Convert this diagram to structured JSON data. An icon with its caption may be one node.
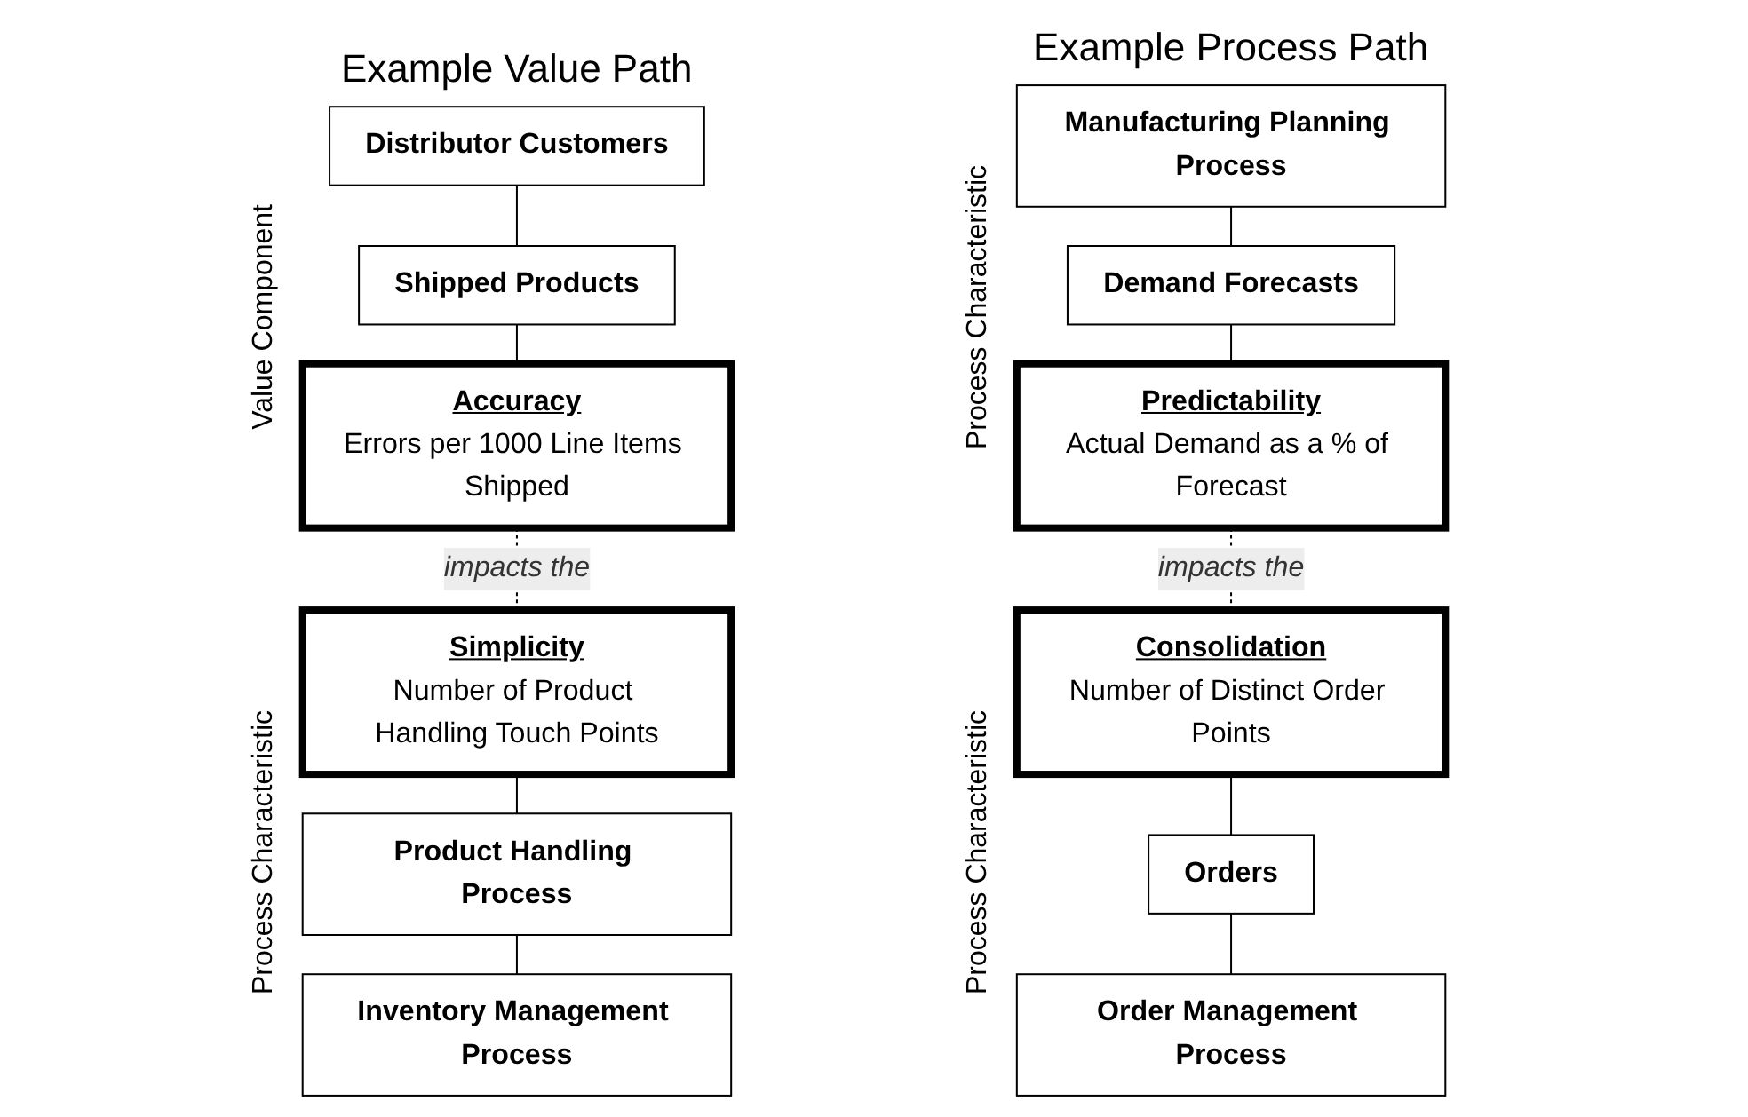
{
  "diagram": {
    "nodes": [
      {
        "text": [
          "Distributor Customers"
        ]
      },
      {
        "text": [
          "Shipped Products"
        ]
      },
      {
        "text": [
          "Accuracy",
          "Errors per 1000 Line Items Shipped"
        ]
      },
      {
        "text": [
          "Simplicity",
          "Number of Product Handling Touch Points"
        ]
      },
      {
        "text": [
          "Product Handling Process"
        ]
      },
      {
        "text": [
          "Inventory Management Process"
        ]
      },
      {
        "text": [
          "Manufacturing Planning Process"
        ]
      },
      {
        "text": [
          "Demand Forecasts"
        ]
      },
      {
        "text": [
          "Predictability",
          "Actual Demand as a % of Forecast"
        ]
      },
      {
        "text": [
          "Consolidation",
          "Number of Distinct Order Points"
        ]
      },
      {
        "text": [
          "Orders"
        ]
      },
      {
        "text": [
          "Order Management Process"
        ]
      }
    ],
    "edges": [
      {
        "from": 0,
        "to": 1,
        "arrow": "none"
      },
      {
        "from": 1,
        "to": 2,
        "arrow": "none"
      },
      {
        "from": 2,
        "to": 3,
        "arrow": "none",
        "label": "impacts the",
        "style": "dashed"
      },
      {
        "from": 3,
        "to": 4,
        "arrow": "none"
      },
      {
        "from": 4,
        "to": 5,
        "arrow": "none"
      },
      {
        "from": 6,
        "to": 7,
        "arrow": "none"
      },
      {
        "from": 7,
        "to": 8,
        "arrow": "none"
      },
      {
        "from": 8,
        "to": 9,
        "arrow": "none",
        "label": "impacts the",
        "style": "dashed"
      },
      {
        "from": 9,
        "to": 10,
        "arrow": "none"
      },
      {
        "from": 10,
        "to": 11,
        "arrow": "none"
      }
    ],
    "labels": [
      "Example Value Path",
      "Example Process Path",
      "Value Component",
      "Process Characteristic",
      "Process Characteristic",
      "Process Characteristic"
    ]
  }
}
